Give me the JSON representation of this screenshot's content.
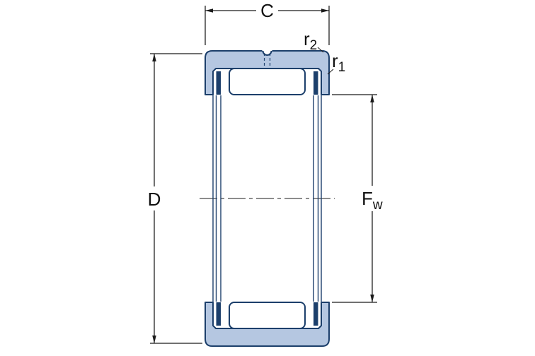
{
  "figure": {
    "kind": "needle-roller-bearing-cross-section"
  },
  "dimensions": {
    "width_label": "C",
    "outer_diameter_label": "D",
    "bore_label_main": "F",
    "bore_label_sub": "w",
    "corner_radius_outer": {
      "main": "r",
      "sub": "2"
    },
    "corner_radius_inner": {
      "main": "r",
      "sub": "1"
    }
  },
  "colors": {
    "ring_fill": "#b5c7e1",
    "outline_stroke": "#1c3f6b",
    "dimension_stroke": "#1a1a1a",
    "background": "#ffffff"
  }
}
